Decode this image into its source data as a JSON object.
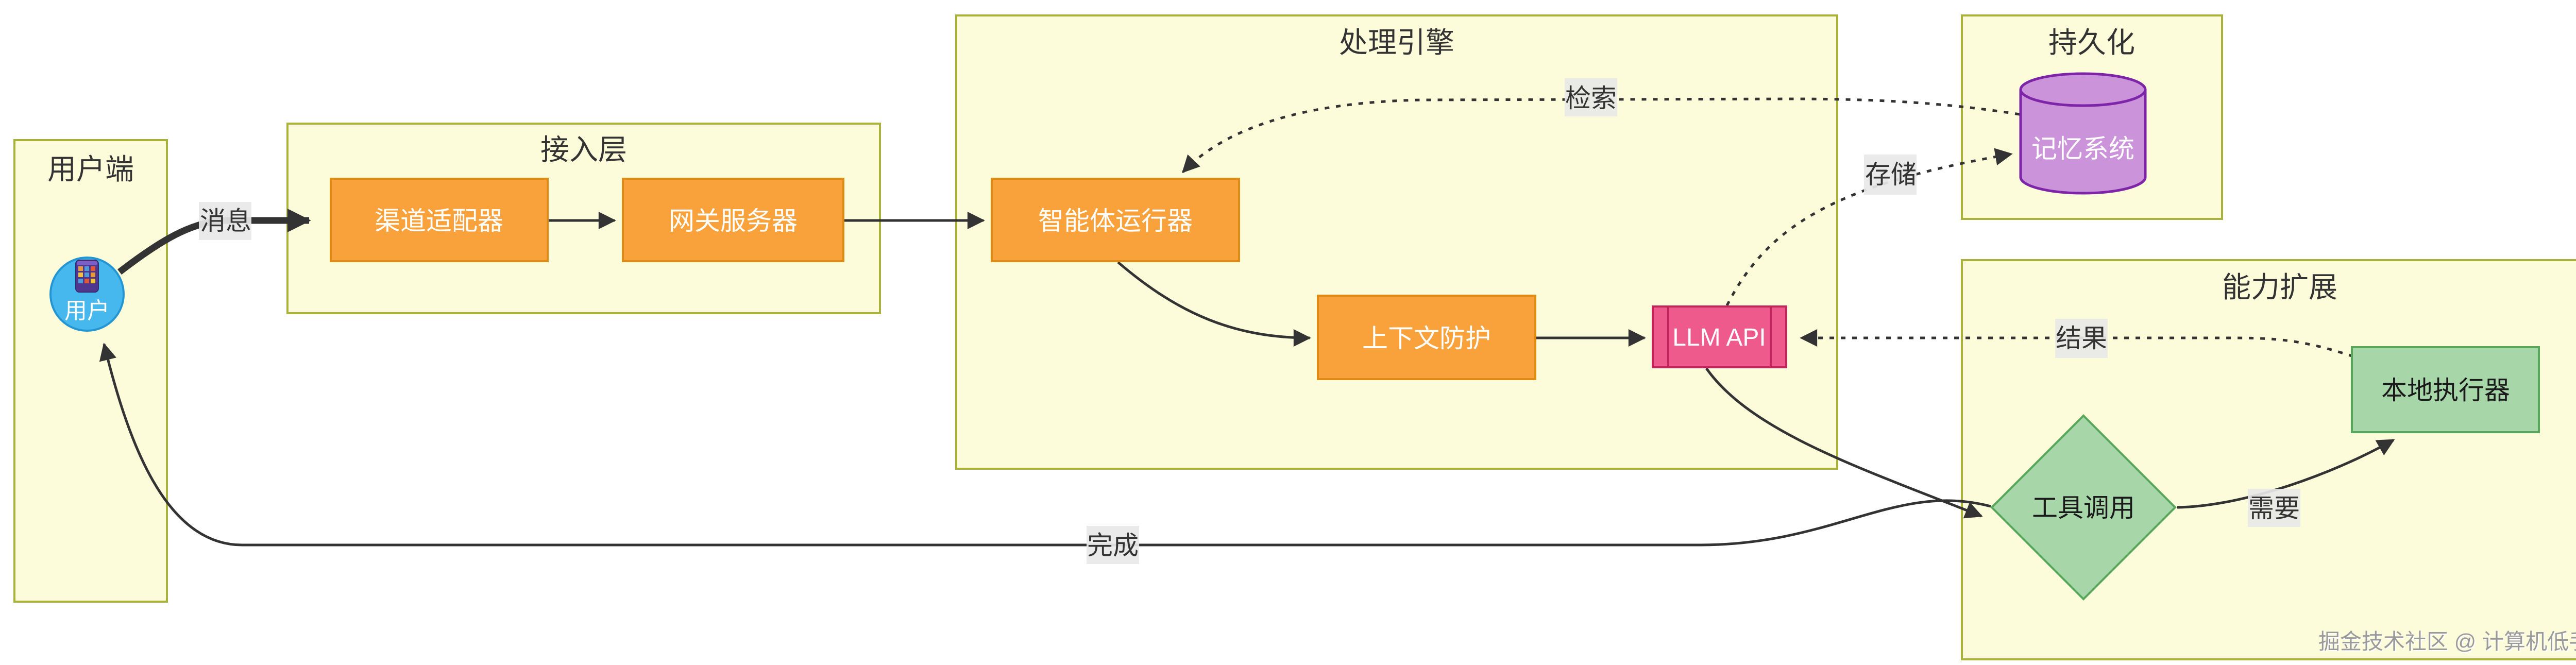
{
  "diagram": {
    "type": "flowchart",
    "containers": [
      {
        "id": "client",
        "title": "用户端"
      },
      {
        "id": "access",
        "title": "接入层"
      },
      {
        "id": "engine",
        "title": "处理引擎"
      },
      {
        "id": "persistence",
        "title": "持久化"
      },
      {
        "id": "extension",
        "title": "能力扩展"
      }
    ],
    "nodes": [
      {
        "id": "user",
        "label": "用户",
        "shape": "circle",
        "icon": "mobile-phone-icon",
        "container": "client"
      },
      {
        "id": "channel-adapter",
        "label": "渠道适配器",
        "shape": "rect",
        "container": "access"
      },
      {
        "id": "gateway-server",
        "label": "网关服务器",
        "shape": "rect",
        "container": "access"
      },
      {
        "id": "agent-runner",
        "label": "智能体运行器",
        "shape": "rect",
        "container": "engine"
      },
      {
        "id": "context-guard",
        "label": "上下文防护",
        "shape": "rect",
        "container": "engine"
      },
      {
        "id": "llm-api",
        "label": "LLM API",
        "shape": "subroutine",
        "container": "engine"
      },
      {
        "id": "memory-system",
        "label": "记忆系统",
        "shape": "cylinder",
        "container": "persistence"
      },
      {
        "id": "tool-call",
        "label": "工具调用",
        "shape": "diamond",
        "container": "extension"
      },
      {
        "id": "local-executor",
        "label": "本地执行器",
        "shape": "rect",
        "container": "extension"
      }
    ],
    "edges": [
      {
        "from": "user",
        "to": "channel-adapter",
        "label": "消息",
        "style": "thick"
      },
      {
        "from": "channel-adapter",
        "to": "gateway-server",
        "label": "",
        "style": "solid"
      },
      {
        "from": "gateway-server",
        "to": "agent-runner",
        "label": "",
        "style": "solid"
      },
      {
        "from": "agent-runner",
        "to": "context-guard",
        "label": "",
        "style": "solid"
      },
      {
        "from": "context-guard",
        "to": "llm-api",
        "label": "",
        "style": "solid"
      },
      {
        "from": "llm-api",
        "to": "memory-system",
        "label": "存储",
        "style": "dotted"
      },
      {
        "from": "memory-system",
        "to": "agent-runner",
        "label": "检索",
        "style": "dotted"
      },
      {
        "from": "llm-api",
        "to": "tool-call",
        "label": "",
        "style": "solid"
      },
      {
        "from": "tool-call",
        "to": "local-executor",
        "label": "需要",
        "style": "solid"
      },
      {
        "from": "local-executor",
        "to": "llm-api",
        "label": "结果",
        "style": "dotted"
      },
      {
        "from": "tool-call",
        "to": "user",
        "label": "完成",
        "style": "solid"
      }
    ],
    "watermark": "掘金技术社区 @ 计算机低手",
    "colors": {
      "container_fill": "#fdfcda",
      "container_border": "#a9b23a",
      "node_orange": "#f9a23b",
      "node_orange_border": "#de8a15",
      "node_blue": "#47b8ee",
      "node_blue_border": "#2196d3",
      "node_pink": "#ee5a8c",
      "node_pink_border": "#c2255c",
      "node_purple": "#cb93d9",
      "node_purple_border": "#7e24a8",
      "node_green": "#a7d7a9",
      "node_green_border": "#57a75b",
      "edge": "#333333",
      "edge_label_bg": "#e8e8e8"
    }
  }
}
